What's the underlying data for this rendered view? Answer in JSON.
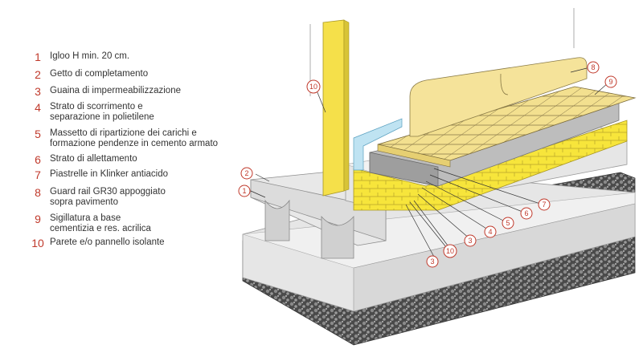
{
  "legend": [
    {
      "num": "1",
      "text": "Igloo H min. 20 cm."
    },
    {
      "num": "2",
      "text": "Getto di completamento"
    },
    {
      "num": "3",
      "text": "Guaina di impermeabilizzazione"
    },
    {
      "num": "4",
      "text": "Strato di scorrimento e\nseparazione in polietilene"
    },
    {
      "num": "5",
      "text": "Massetto di ripartizione dei carichi e\nformazione pendenze in cemento armato"
    },
    {
      "num": "6",
      "text": "Strato di allettamento"
    },
    {
      "num": "7",
      "text": "Piastrelle in Klinker antiacido"
    },
    {
      "num": "8",
      "text": "Guard rail GR30 appoggiato\nsopra pavimento"
    },
    {
      "num": "9",
      "text": "Sigillatura a base\ncementizia e res. acrilica"
    },
    {
      "num": "10",
      "text": "Parete e/o pannello isolante"
    }
  ],
  "callouts": {
    "c1": "1",
    "c2": "2",
    "c3a": "3",
    "c3b": "3",
    "c4": "4",
    "c5": "5",
    "c6": "6",
    "c7": "7",
    "c8": "8",
    "c9": "9",
    "c10a": "10",
    "c10b": "10"
  },
  "colors": {
    "accent": "#c0392b",
    "insulation_yellow": "#f5e04a",
    "tile": "#f2dc8a",
    "concrete": "#e4e4e4",
    "gravel": "#3a3a3a",
    "membrane_blue": "#bfe3f2"
  }
}
